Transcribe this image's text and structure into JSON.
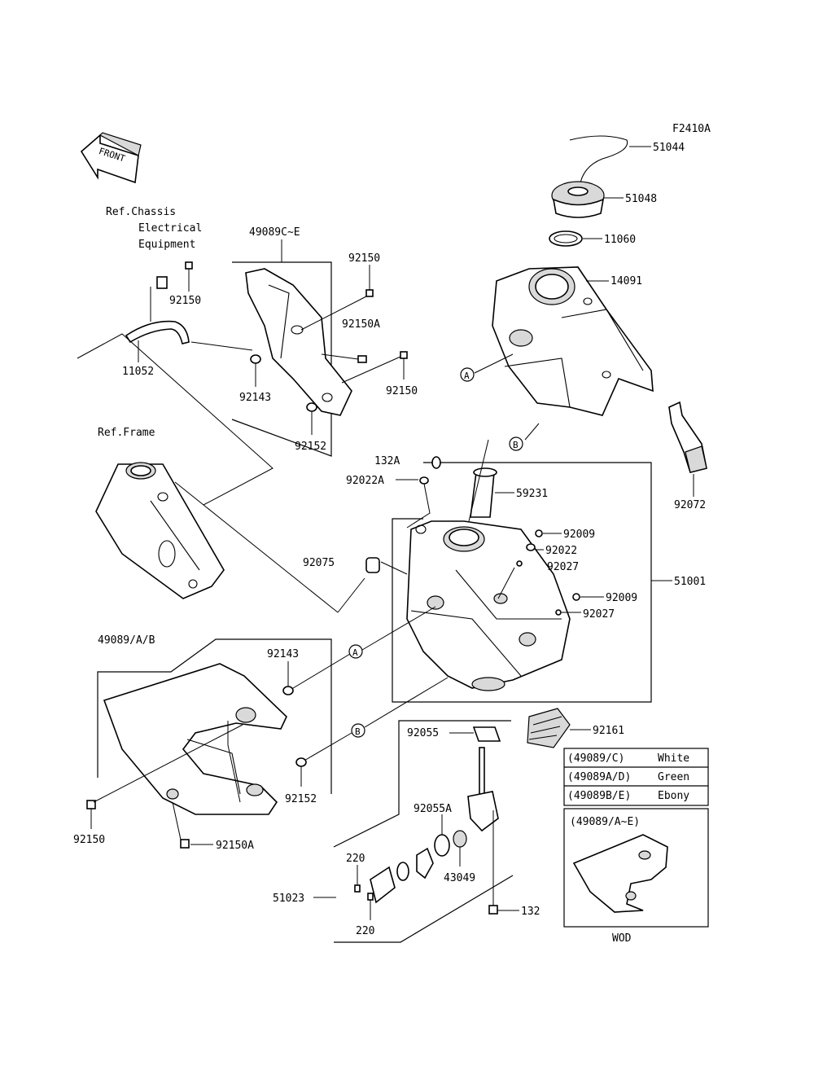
{
  "figure_code": "F2410A",
  "front_label": "FRONT",
  "references": {
    "chassis_line1": "Ref.Chassis",
    "chassis_line2": "Electrical",
    "chassis_line3": "Equipment",
    "frame": "Ref.Frame"
  },
  "callouts": {
    "a": "A",
    "b": "B"
  },
  "parts": {
    "p51044": "51044",
    "p51048": "51048",
    "p11060": "11060",
    "p14091": "14091",
    "p92072": "92072",
    "p49089c_e": "49089C~E",
    "p92150_top": "92150",
    "p92150_left": "92150",
    "p92150a_top": "92150A",
    "p92143_top": "92143",
    "p92150_mid": "92150",
    "p92152_top": "92152",
    "p11052": "11052",
    "p132a": "132A",
    "p92022a": "92022A",
    "p59231": "59231",
    "p92009_top": "92009",
    "p92022": "92022",
    "p92027_top": "92027",
    "p92075": "92075",
    "p51001": "51001",
    "p92009_bot": "92009",
    "p92027_bot": "92027",
    "p49089_ab": "49089/A/B",
    "p92143_bot": "92143",
    "p92055": "92055",
    "p92161": "92161",
    "p92152_bot": "92152",
    "p92150_bot": "92150",
    "p92150a_bot": "92150A",
    "p92055a": "92055A",
    "p220_top": "220",
    "p51023": "51023",
    "p43049": "43049",
    "p220_bot": "220",
    "p132": "132"
  },
  "color_table": [
    {
      "code": "(49089/C)",
      "color": "White"
    },
    {
      "code": "(49089A/D)",
      "color": "Green"
    },
    {
      "code": "(49089B/E)",
      "color": "Ebony"
    }
  ],
  "inset": {
    "title": "(49089/A~E)",
    "caption": "WOD"
  }
}
